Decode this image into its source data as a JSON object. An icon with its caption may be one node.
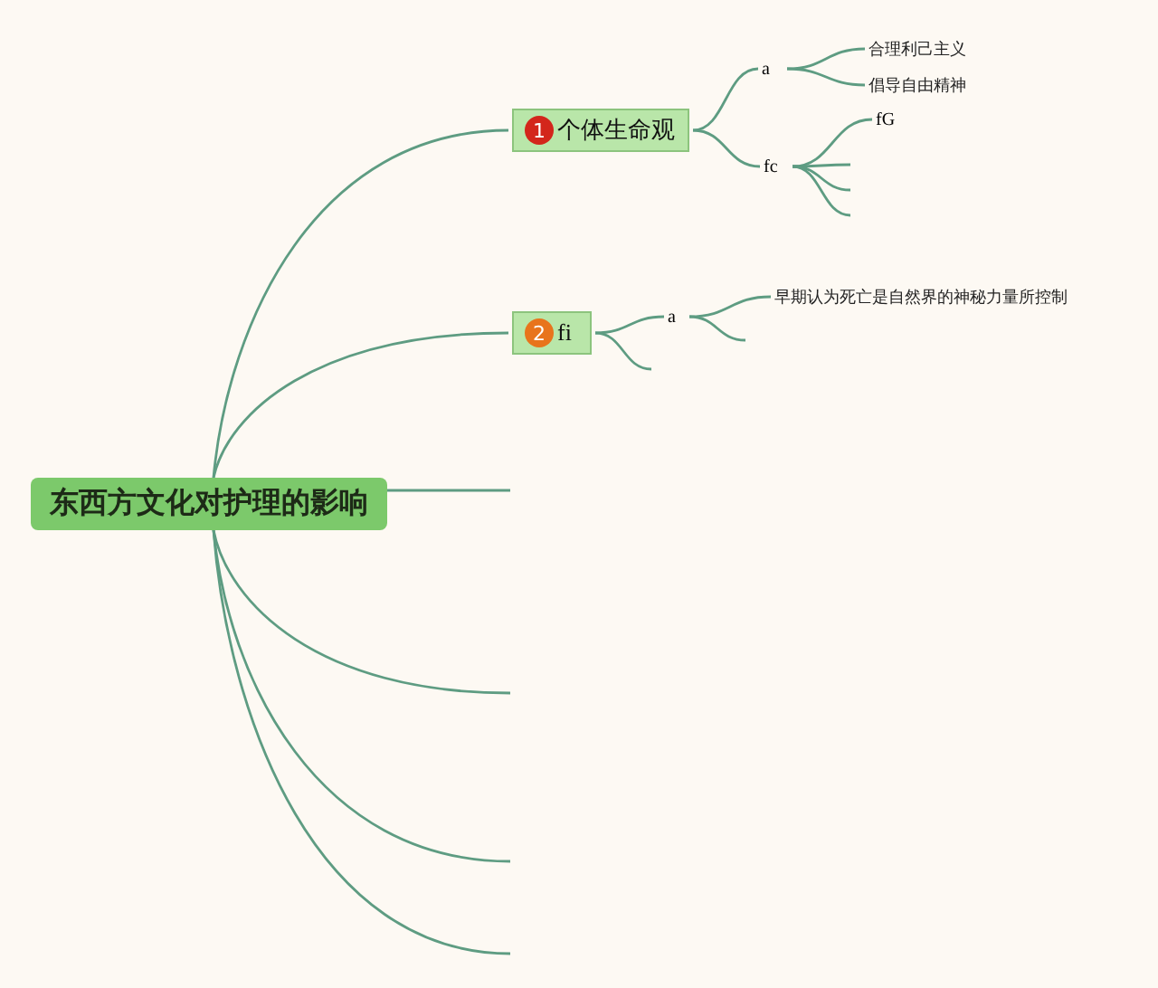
{
  "diagram": {
    "nodes": [
      {
        "text": [
          "东西方文化对护理的影响"
        ]
      },
      {
        "text": [
          "1",
          "个体生命观"
        ]
      },
      {
        "text": [
          "a"
        ]
      },
      {
        "text": [
          "合理利己主义"
        ]
      },
      {
        "text": [
          "倡导自由精神"
        ]
      },
      {
        "text": [
          "fc"
        ]
      },
      {
        "text": [
          "fG"
        ]
      },
      {
        "text": [
          "2",
          "fi"
        ]
      },
      {
        "text": [
          "a"
        ]
      },
      {
        "text": [
          "早期认为死亡是自然界的神秘力量所控制"
        ]
      }
    ],
    "edges": [
      {
        "from": 0,
        "to": 1,
        "arrow": "none"
      },
      {
        "from": 0,
        "to": 7,
        "arrow": "none"
      },
      {
        "from": 0,
        "to": null,
        "arrow": "none"
      },
      {
        "from": 0,
        "to": null,
        "arrow": "none"
      },
      {
        "from": 0,
        "to": null,
        "arrow": "none"
      },
      {
        "from": 0,
        "to": null,
        "arrow": "none"
      },
      {
        "from": 1,
        "to": 2,
        "arrow": "none"
      },
      {
        "from": 1,
        "to": 5,
        "arrow": "none"
      },
      {
        "from": 2,
        "to": 3,
        "arrow": "none"
      },
      {
        "from": 2,
        "to": 4,
        "arrow": "none"
      },
      {
        "from": 5,
        "to": 6,
        "arrow": "none"
      },
      {
        "from": 5,
        "to": null,
        "arrow": "none"
      },
      {
        "from": 5,
        "to": null,
        "arrow": "none"
      },
      {
        "from": 5,
        "to": null,
        "arrow": "none"
      },
      {
        "from": 7,
        "to": 8,
        "arrow": "none"
      },
      {
        "from": 7,
        "to": null,
        "arrow": "none"
      },
      {
        "from": 8,
        "to": 9,
        "arrow": "none"
      },
      {
        "from": 8,
        "to": null,
        "arrow": "none"
      }
    ]
  }
}
